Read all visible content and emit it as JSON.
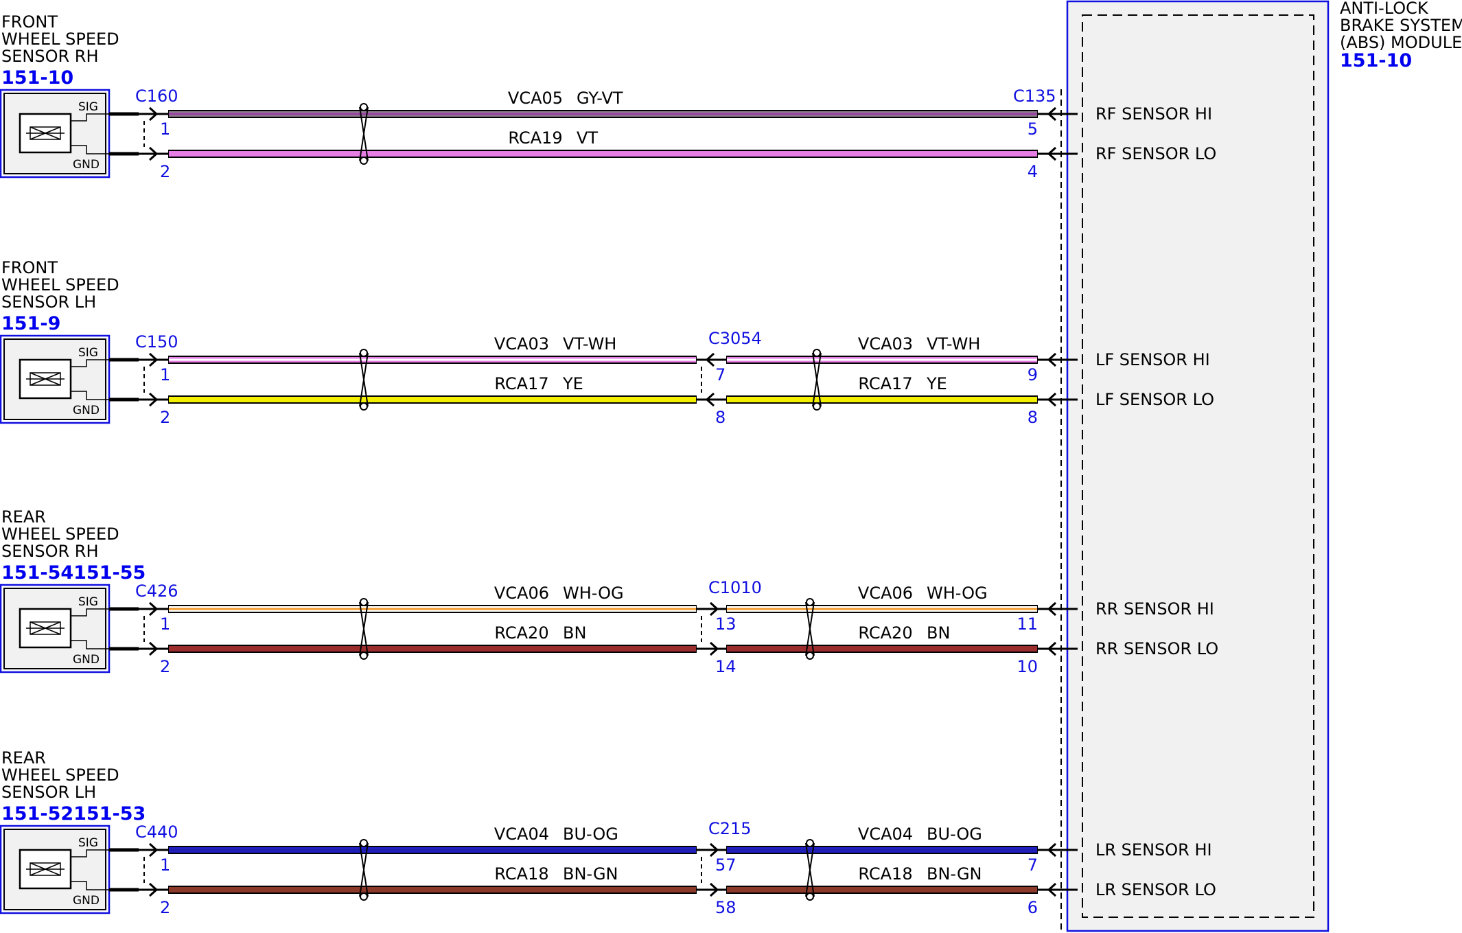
{
  "colors": {
    "accent_blue": "#1010e0",
    "module_fill": "#f1f1f1",
    "GY-VT": [
      "#8a7a8a",
      "#9a3fa6"
    ],
    "VT": [
      "#e67ee6"
    ],
    "VT-WH": [
      "#e67ee6",
      "#ffffff"
    ],
    "YE": [
      "#f2f000"
    ],
    "WH-OG": [
      "#ffffff",
      "#f39a2a"
    ],
    "BN": [
      "#9b2d2d"
    ],
    "BU-OG": [
      "#2020c8",
      "#1f1faa"
    ],
    "BN-GN": [
      "#8b3a2a"
    ]
  },
  "module": {
    "title_lines": [
      "ANTI-LOCK",
      "BRAKE SYSTEM",
      "(ABS) MODULE"
    ],
    "code": "151-10",
    "connector": "C135"
  },
  "sensors": [
    {
      "name_lines": [
        "FRONT",
        "WHEEL SPEED",
        "SENSOR RH"
      ],
      "code": "151-10",
      "connector": "C160",
      "pin_sig": "SIG",
      "pin_gnd": "GND",
      "pin_nums": [
        "1",
        "2"
      ],
      "inline": null,
      "circuits": [
        {
          "id": "VCA05",
          "color": "GY-VT",
          "module_pin": "5",
          "module_label": "RF SENSOR HI"
        },
        {
          "id": "RCA19",
          "color": "VT",
          "module_pin": "4",
          "module_label": "RF SENSOR LO"
        }
      ]
    },
    {
      "name_lines": [
        "FRONT",
        "WHEEL SPEED",
        "SENSOR LH"
      ],
      "code": "151-9",
      "connector": "C150",
      "pin_sig": "SIG",
      "pin_gnd": "GND",
      "pin_nums": [
        "1",
        "2"
      ],
      "inline": {
        "connector": "C3054",
        "pins": [
          "7",
          "8"
        ]
      },
      "circuits": [
        {
          "id": "VCA03",
          "color": "VT-WH",
          "module_pin": "9",
          "module_label": "LF SENSOR HI"
        },
        {
          "id": "RCA17",
          "color": "YE",
          "module_pin": "8",
          "module_label": "LF SENSOR LO"
        }
      ]
    },
    {
      "name_lines": [
        "REAR",
        "WHEEL SPEED",
        "SENSOR RH"
      ],
      "code": "151-54151-55",
      "connector": "C426",
      "pin_sig": "SIG",
      "pin_gnd": "GND",
      "pin_nums": [
        "1",
        "2"
      ],
      "inline": {
        "connector": "C1010",
        "pins": [
          "13",
          "14"
        ]
      },
      "circuits": [
        {
          "id": "VCA06",
          "color": "WH-OG",
          "module_pin": "11",
          "module_label": "RR SENSOR HI"
        },
        {
          "id": "RCA20",
          "color": "BN",
          "module_pin": "10",
          "module_label": "RR SENSOR LO"
        }
      ]
    },
    {
      "name_lines": [
        "REAR",
        "WHEEL SPEED",
        "SENSOR LH"
      ],
      "code": "151-52151-53",
      "connector": "C440",
      "pin_sig": "SIG",
      "pin_gnd": "GND",
      "pin_nums": [
        "1",
        "2"
      ],
      "inline": {
        "connector": "C215",
        "pins": [
          "57",
          "58"
        ]
      },
      "circuits": [
        {
          "id": "VCA04",
          "color": "BU-OG",
          "module_pin": "7",
          "module_label": "LR SENSOR HI"
        },
        {
          "id": "RCA18",
          "color": "BN-GN",
          "module_pin": "6",
          "module_label": "LR SENSOR LO"
        }
      ]
    }
  ]
}
